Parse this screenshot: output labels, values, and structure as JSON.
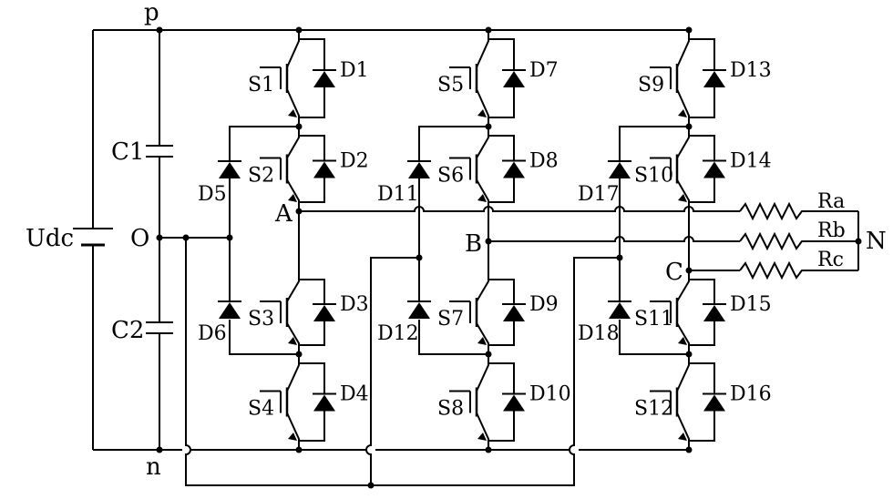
{
  "labels": {
    "top_rail": "p",
    "bottom_rail": "n",
    "source": "Udc",
    "neutral_point": "O",
    "cap_upper": "C1",
    "cap_lower": "C2",
    "phase_a": "A",
    "phase_b": "B",
    "phase_c": "C",
    "load_a": "Ra",
    "load_b": "Rb",
    "load_c": "Rc",
    "star_point": "N"
  },
  "legs": [
    {
      "switches": [
        "S1",
        "S2",
        "S3",
        "S4"
      ],
      "antiparallel_diodes": [
        "D1",
        "D2",
        "D3",
        "D4"
      ],
      "clamp_diodes": [
        "D5",
        "D6"
      ]
    },
    {
      "switches": [
        "S5",
        "S6",
        "S7",
        "S8"
      ],
      "antiparallel_diodes": [
        "D7",
        "D8",
        "D9",
        "D10"
      ],
      "clamp_diodes": [
        "D11",
        "D12"
      ]
    },
    {
      "switches": [
        "S9",
        "S10",
        "S11",
        "S12"
      ],
      "antiparallel_diodes": [
        "D13",
        "D14",
        "D15",
        "D16"
      ],
      "clamp_diodes": [
        "D17",
        "D18"
      ]
    }
  ]
}
